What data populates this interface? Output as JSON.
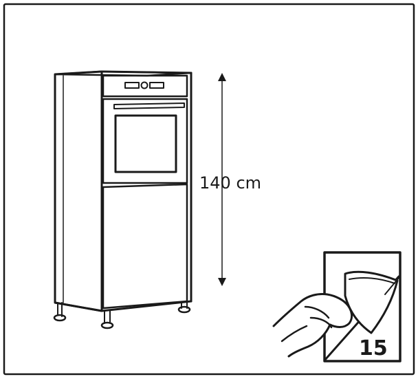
{
  "dimension": {
    "label": "140 cm"
  },
  "page_reference": {
    "number": "15"
  },
  "colors": {
    "line": "#1a1a1a",
    "background": "#ffffff"
  },
  "icons": [
    "oven-cabinet-illustration",
    "hand-turning-page-icon",
    "dimension-arrow-icon"
  ]
}
